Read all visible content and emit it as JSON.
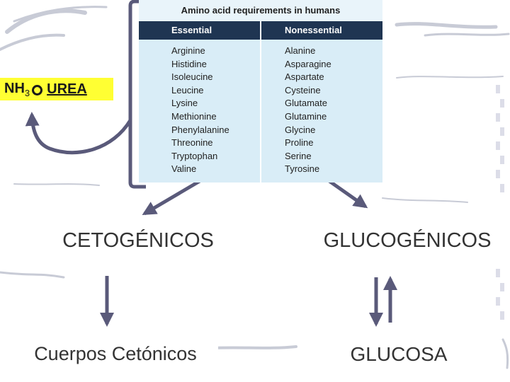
{
  "amino_table": {
    "title": "Amino acid requirements in humans",
    "headers": {
      "essential": "Essential",
      "nonessential": "Nonessential"
    },
    "essential": [
      "Arginine",
      "Histidine",
      "Isoleucine",
      "Leucine",
      "Lysine",
      "Methionine",
      "Phenylalanine",
      "Threonine",
      "Tryptophan",
      "Valine"
    ],
    "nonessential": [
      "Alanine",
      "Asparagine",
      "Aspartate",
      "Cysteine",
      "Glutamate",
      "Glutamine",
      "Glycine",
      "Proline",
      "Serine",
      "Tyrosine"
    ]
  },
  "byproduct": {
    "nh3": "NH",
    "sub": "3",
    "urea": "UREA"
  },
  "nodes": {
    "cetogenicos": "CETOGÉNICOS",
    "glucogenicos": "GLUCOGÉNICOS",
    "cuerpos": "Cuerpos Cetónicos",
    "glucosa": "GLUCOSA"
  },
  "colors": {
    "arrow": "#5a5a7a",
    "table_header": "#1f3552",
    "table_body": "#d9edf7",
    "highlight": "#ffff33"
  }
}
